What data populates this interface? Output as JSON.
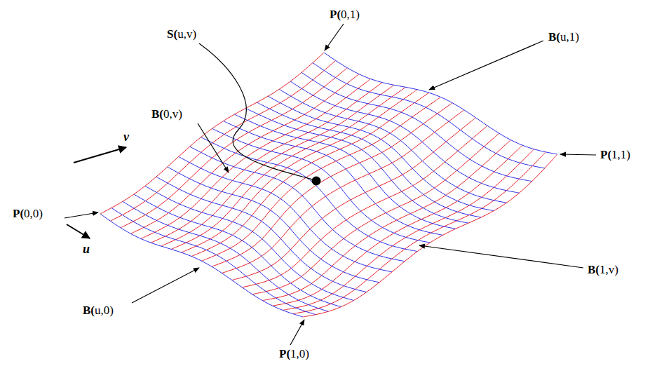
{
  "diagram": {
    "labels": [
      "P(0,1)",
      "S(u,v)",
      "B(u,1)",
      "B(0,v)",
      "v",
      "P(1,1)",
      "P(0,0)",
      "u",
      "B(1,v)",
      "B(u,0)",
      "P(1,0)"
    ]
  }
}
